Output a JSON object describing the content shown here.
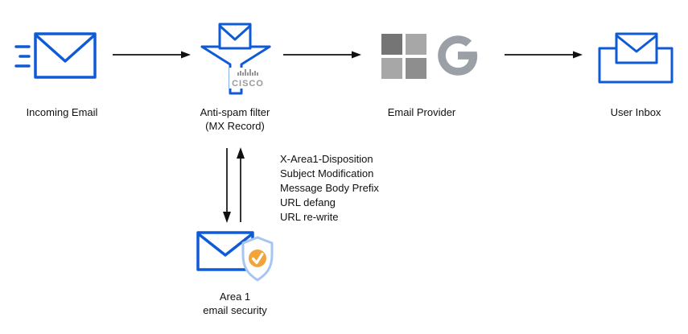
{
  "colors": {
    "envelope_blue": "#0f5bd6",
    "logo_gray": "#9aa0a6",
    "cisco_gray": "#97999b",
    "shield_blue": "#a6c6f0",
    "badge_orange": "#f2a33c",
    "arrow_black": "#111111"
  },
  "nodes": {
    "incoming_email": {
      "label": "Incoming Email"
    },
    "antispam_filter": {
      "label_line1": "Anti-spam filter",
      "label_line2": "(MX Record)",
      "brand": "CISCO"
    },
    "email_provider": {
      "label": "Email Provider"
    },
    "user_inbox": {
      "label": "User Inbox"
    },
    "area1": {
      "label_line1": "Area 1",
      "label_line2": "email security"
    }
  },
  "annotations": [
    "X-Area1-Disposition",
    "Subject Modification",
    "Message Body Prefix",
    "URL defang",
    "URL re-write"
  ]
}
